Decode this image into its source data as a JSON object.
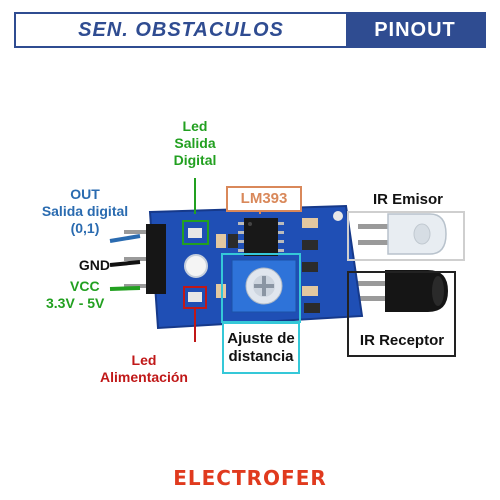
{
  "header": {
    "title": "SEN. OBSTACULOS",
    "badge": "PINOUT"
  },
  "labels": {
    "led_digital": [
      "Led",
      "Salida",
      "Digital"
    ],
    "out": [
      "OUT",
      "Salida digital",
      "(0,1)"
    ],
    "gnd": "GND",
    "vcc": [
      "VCC",
      "3.3V - 5V"
    ],
    "led_power": [
      "Led",
      "Alimentación"
    ],
    "lm393": "LM393",
    "ir_emitter": "IR Emisor",
    "ir_receiver": "IR Receptor",
    "distance_adjust": [
      "Ajuste de",
      "distancia"
    ]
  },
  "brand": "ELECTROFER",
  "colors": {
    "primary": "#2f4c91",
    "pcb": "#1f4fb5",
    "signal_blue": "#2a6bb0",
    "green": "#22a020",
    "red": "#c01818",
    "lm393": "#d9885a",
    "cyan": "#35c8d8",
    "brand": "#e03a1e"
  }
}
